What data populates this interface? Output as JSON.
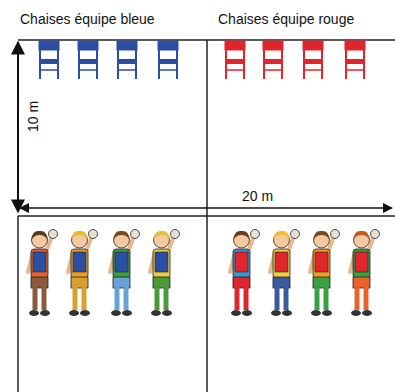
{
  "diagram": {
    "labels": [
      "Chaises équipe bleue",
      "Chaises équipe rouge",
      "10 m",
      "20 m"
    ]
  }
}
